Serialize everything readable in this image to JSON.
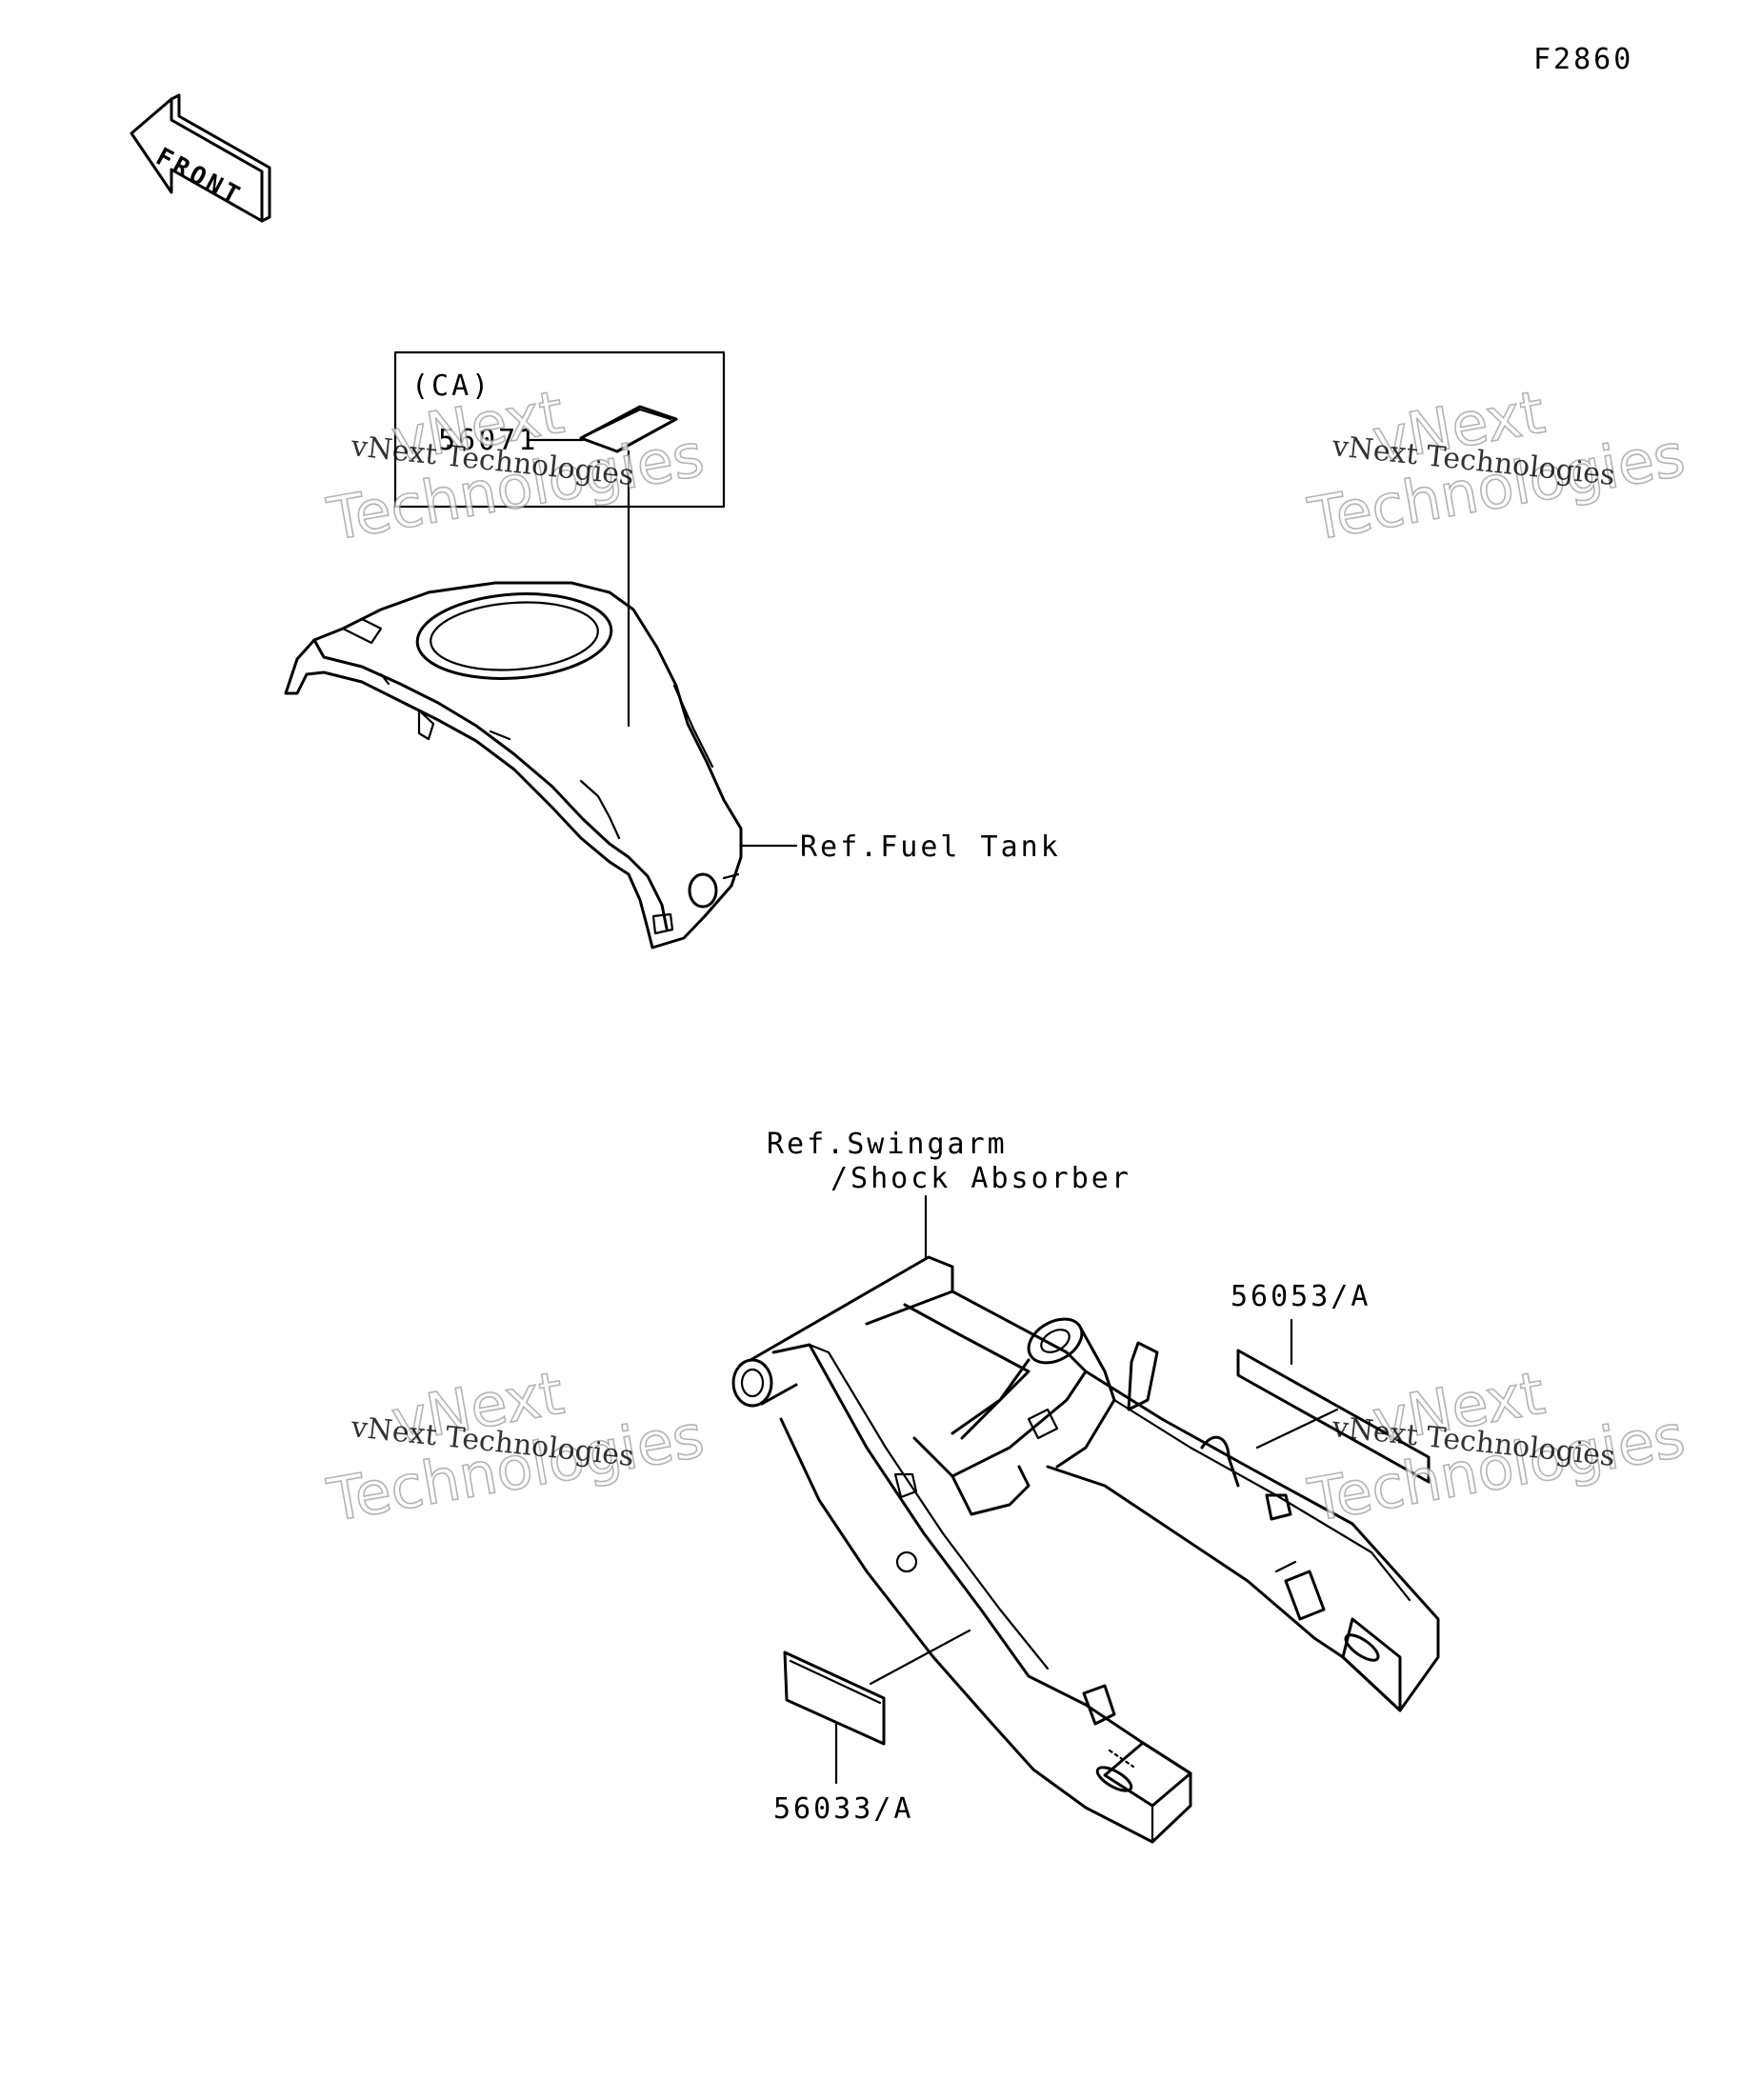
{
  "figure_code": "F2860",
  "front_arrow_label": "FRONT",
  "inset_label": "(CA)",
  "parts": {
    "p56071": "56071",
    "p56053": "56053/A",
    "p56033": "56033/A"
  },
  "refs": {
    "fuel_tank": "Ref.Fuel Tank",
    "swingarm_line1": "Ref.Swingarm",
    "swingarm_line2": "/Shock Absorber"
  },
  "watermark": {
    "line_small": "vNext Technologies",
    "line_big_1": "vNext",
    "line_big_2": "Technologies"
  }
}
